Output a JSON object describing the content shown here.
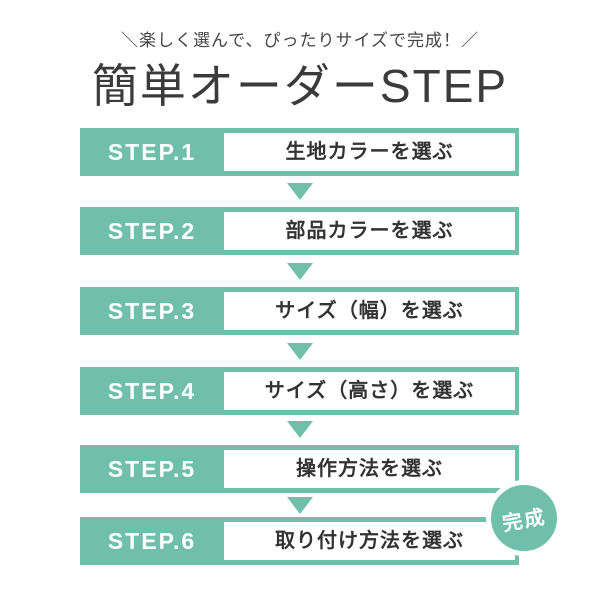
{
  "header": {
    "tagline": "＼楽しく選んで、ぴったりサイズで完成！／",
    "title": "簡単オーダーSTEP"
  },
  "steps": [
    {
      "label": "STEP.1",
      "text": "生地カラーを選ぶ"
    },
    {
      "label": "STEP.2",
      "text": "部品カラーを選ぶ"
    },
    {
      "label": "STEP.3",
      "text": "サイズ（幅）を選ぶ"
    },
    {
      "label": "STEP.4",
      "text": "サイズ（高さ）を選ぶ"
    },
    {
      "label": "STEP.5",
      "text": "操作方法を選ぶ"
    },
    {
      "label": "STEP.6",
      "text": "取り付け方法を選ぶ"
    }
  ],
  "completion_badge": {
    "label": "完成"
  },
  "colors": {
    "accent_teal": "#6fbfab",
    "title_text": "#3b3b3b",
    "step_text": "#333333",
    "label_text": "#ffffff",
    "background": "#ffffff"
  }
}
